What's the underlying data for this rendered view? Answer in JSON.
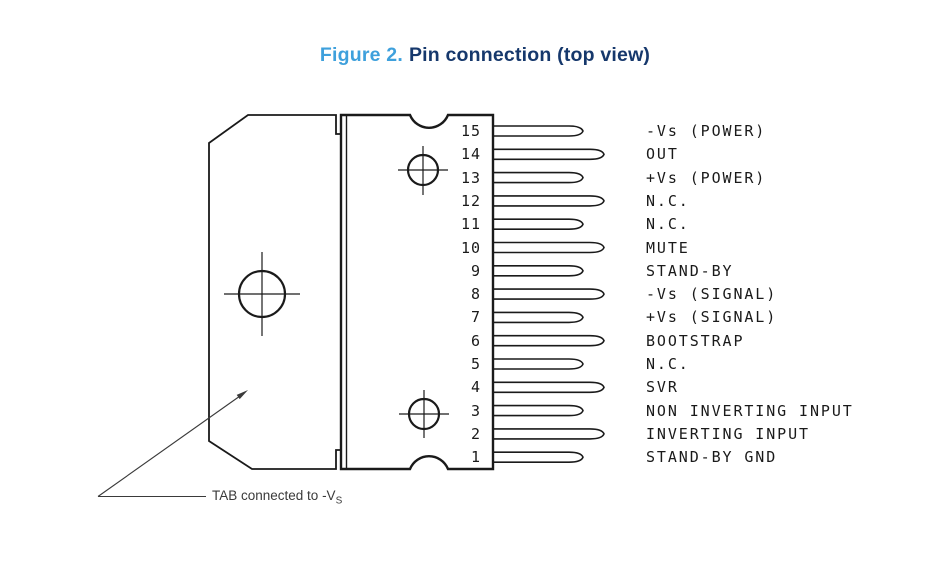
{
  "title": {
    "figure_label": "Figure 2.",
    "caption": "Pin connection (top view)"
  },
  "colors": {
    "figure_label": "#3ea0dc",
    "caption": "#16386c",
    "ink": "#1a1a1a",
    "note_text": "#3a3a3a"
  },
  "pins": [
    {
      "number": 15,
      "label": "-Vs (POWER)",
      "length": "short"
    },
    {
      "number": 14,
      "label": "OUT",
      "length": "long"
    },
    {
      "number": 13,
      "label": "+Vs (POWER)",
      "length": "short"
    },
    {
      "number": 12,
      "label": "N.C.",
      "length": "long"
    },
    {
      "number": 11,
      "label": "N.C.",
      "length": "short"
    },
    {
      "number": 10,
      "label": "MUTE",
      "length": "long"
    },
    {
      "number": 9,
      "label": "STAND-BY",
      "length": "short"
    },
    {
      "number": 8,
      "label": "-Vs (SIGNAL)",
      "length": "long"
    },
    {
      "number": 7,
      "label": "+Vs (SIGNAL)",
      "length": "short"
    },
    {
      "number": 6,
      "label": "BOOTSTRAP",
      "length": "long"
    },
    {
      "number": 5,
      "label": "N.C.",
      "length": "short"
    },
    {
      "number": 4,
      "label": "SVR",
      "length": "long"
    },
    {
      "number": 3,
      "label": "NON INVERTING INPUT",
      "length": "short"
    },
    {
      "number": 2,
      "label": "INVERTING INPUT",
      "length": "long"
    },
    {
      "number": 1,
      "label": "STAND-BY GND",
      "length": "short"
    }
  ],
  "tab_note": {
    "text": "TAB connected to -V",
    "subscript": "S"
  }
}
